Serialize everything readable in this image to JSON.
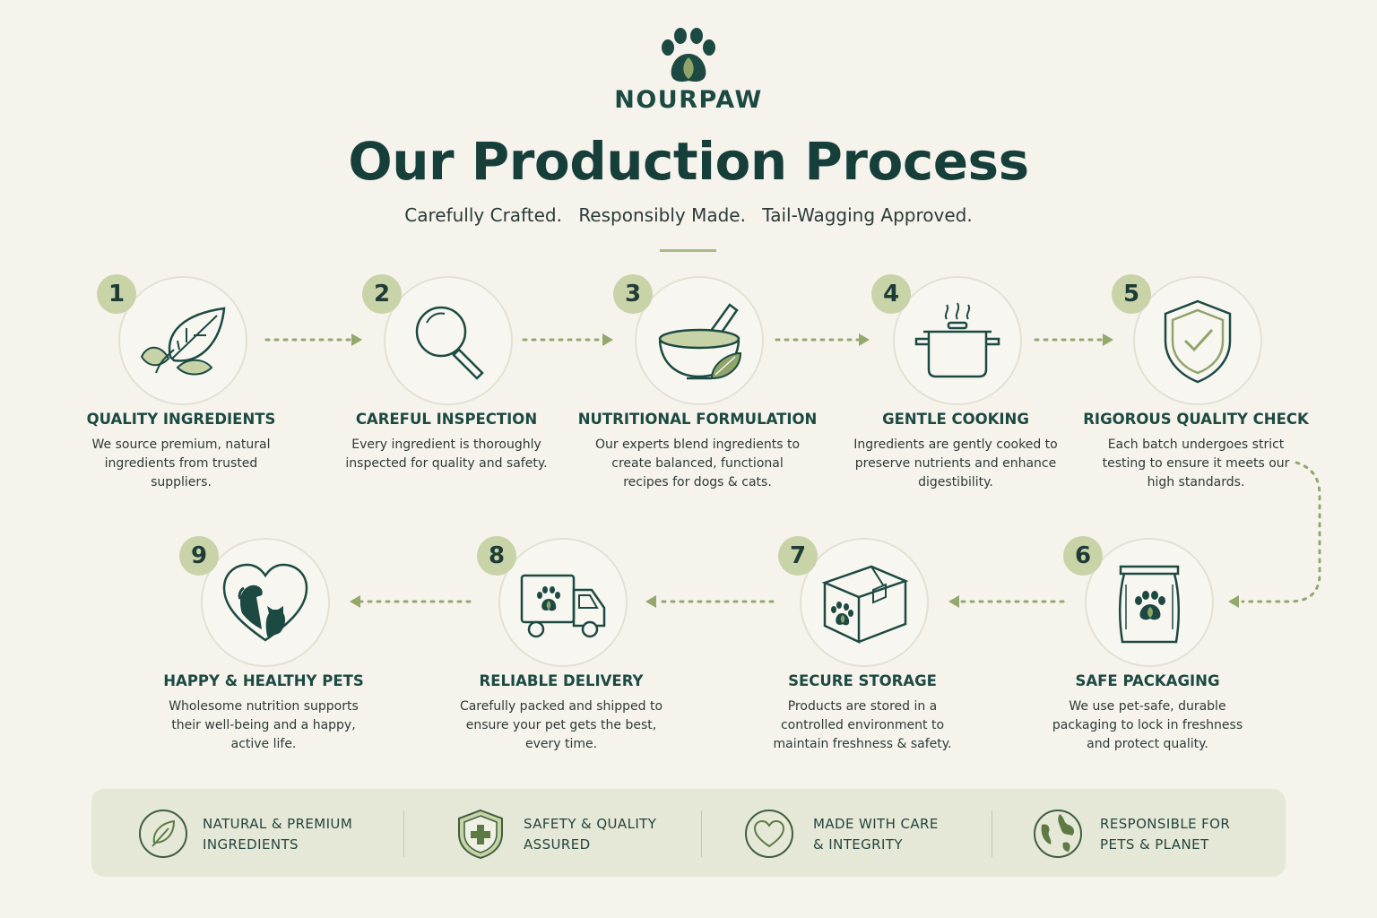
{
  "brand": {
    "name": "NOURPAW"
  },
  "header": {
    "title": "Our Production Process",
    "tagline": [
      "Carefully Crafted.",
      "Responsibly Made.",
      "Tail-Wagging Approved."
    ]
  },
  "colors": {
    "primary": "#1c4a42",
    "accent": "#8aa060",
    "badge": "#c9d3a8",
    "background": "#f6f3ec"
  },
  "steps": [
    {
      "number": "1",
      "title": "QUALITY INGREDIENTS",
      "desc": "We source premium, natural ingredients from trusted suppliers.",
      "icon": "leaf-icon"
    },
    {
      "number": "2",
      "title": "CAREFUL INSPECTION",
      "desc": "Every ingredient is thoroughly inspected for quality and safety.",
      "icon": "magnifier-icon"
    },
    {
      "number": "3",
      "title": "NUTRITIONAL FORMULATION",
      "desc": "Our experts blend ingredients to create balanced, functional recipes for dogs & cats.",
      "icon": "mortar-bowl-icon"
    },
    {
      "number": "4",
      "title": "GENTLE COOKING",
      "desc": "Ingredients are gently cooked to preserve nutrients and enhance digestibility.",
      "icon": "cooking-pot-icon"
    },
    {
      "number": "5",
      "title": "RIGOROUS QUALITY CHECK",
      "desc": "Each batch undergoes strict testing to ensure it meets our high standards.",
      "icon": "shield-check-icon"
    },
    {
      "number": "6",
      "title": "SAFE PACKAGING",
      "desc": "We use pet-safe, durable packaging to lock in freshness and protect quality.",
      "icon": "food-bag-icon"
    },
    {
      "number": "7",
      "title": "SECURE STORAGE",
      "desc": "Products are stored in a controlled environment to maintain freshness & safety.",
      "icon": "box-icon"
    },
    {
      "number": "8",
      "title": "RELIABLE DELIVERY",
      "desc": "Carefully packed and shipped to ensure your pet gets the best, every time.",
      "icon": "delivery-truck-icon"
    },
    {
      "number": "9",
      "title": "HAPPY & HEALTHY PETS",
      "desc": "Wholesome nutrition supports their well-being and a happy, active life.",
      "icon": "heart-pets-icon"
    }
  ],
  "features": [
    {
      "line1": "NATURAL & PREMIUM",
      "line2": "INGREDIENTS",
      "icon": "leaf-circle-icon"
    },
    {
      "line1": "SAFETY & QUALITY",
      "line2": "ASSURED",
      "icon": "shield-plus-icon"
    },
    {
      "line1": "MADE WITH CARE",
      "line2": "& INTEGRITY",
      "icon": "heart-circle-icon"
    },
    {
      "line1": "RESPONSIBLE FOR",
      "line2": "PETS & PLANET",
      "icon": "globe-icon"
    }
  ]
}
